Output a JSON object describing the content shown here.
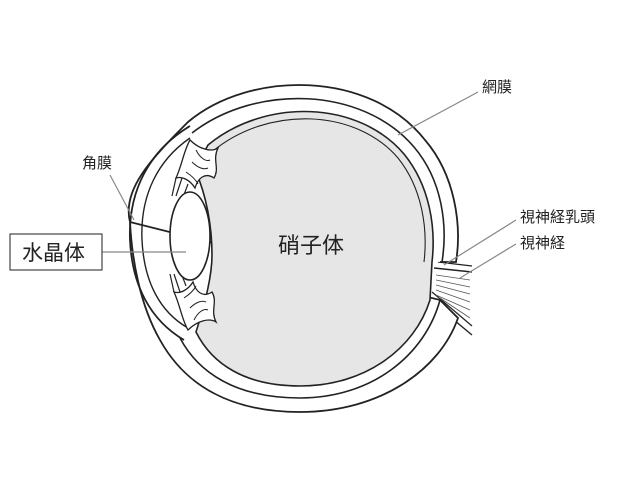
{
  "labels": {
    "cornea": "角膜",
    "lens": "水晶体",
    "vitreous": "硝子体",
    "retina": "網膜",
    "optic_disc": "視神経乳頭",
    "optic_nerve": "視神経"
  },
  "colors": {
    "vitreous_fill": "#e6e6e6",
    "outline": "#222222",
    "leader_line": "#888888"
  }
}
